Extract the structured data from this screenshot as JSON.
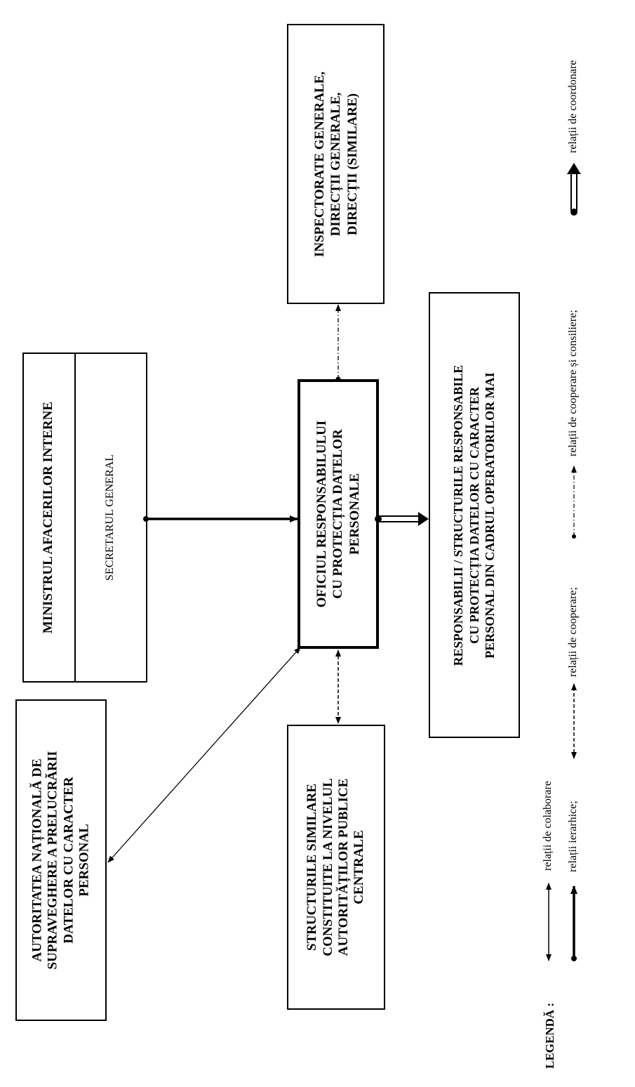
{
  "boxes": {
    "ministru": "MINISTRUL AFACERILOR INTERNE",
    "secretar": "SECRETARUL GENERAL",
    "autoritate": "AUTORITATEA NAȚIONALĂ DE\nSUPRAVEGHERE A PRELUCRĂRII\nDATELOR CU CARACTER\nPERSONAL",
    "oficiul": "OFICIUL RESPONSABILULUI\nCU PROTECȚIA DATELOR\nPERSONALE",
    "inspectorate": "INSPECTORATE GENERALE,\nDIRECȚII GENERALE,\nDIRECȚII (SIMILARE)",
    "structuri": "STRUCTURILE SIMILARE\nCONSTITUITE LA NIVELUL\nAUTORITĂȚILOR PUBLICE\nCENTRALE",
    "responsabili": "RESPONSABILII / STRUCTURILE RESPONSABILE\nCU PROTECȚIA DATELOR CU CARACTER\nPERSONAL DIN CADRUL OPERATORILOR MAI"
  },
  "legend": {
    "title": "LEGENDĂ :",
    "colaborare": "relații de colaborare",
    "ierarhice": "relații ierarhice;",
    "cooperare": "relații de cooperare;",
    "cooperare_consiliere": "relații de cooperare și consiliere;",
    "coordonare": "relații de coordonare"
  }
}
